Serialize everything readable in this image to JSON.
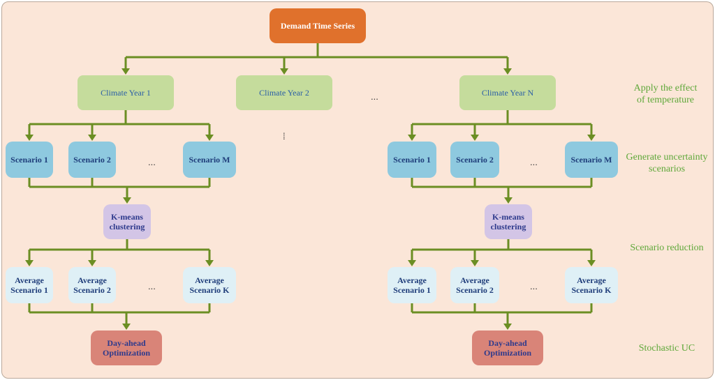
{
  "root": "Demand Time Series",
  "climate_years": [
    "Climate Year 1",
    "Climate Year 2",
    "Climate Year N"
  ],
  "ellipsis": "...",
  "vertical_dots": "⁞",
  "scenarios": [
    "Scenario 1",
    "Scenario 2",
    "Scenario M"
  ],
  "clustering": "K-means\nclustering",
  "average_scenarios": [
    "Average\nScenario 1",
    "Average\nScenario 2",
    "Average\nScenario K"
  ],
  "optimization": "Day-ahead\nOptimization",
  "stage_labels": {
    "temperature": "Apply the effect\nof temperature",
    "uncertainty": "Generate uncertainty\nscenarios",
    "reduction": "Scenario reduction",
    "stochastic": "Stochastic UC"
  },
  "colors": {
    "root": "#e0712c",
    "climate": "#c5dc9c",
    "scenario": "#8ec9df",
    "clustering": "#d3c5e6",
    "average": "#dff0f6",
    "optimization": "#d98478",
    "connector": "#6b8e23",
    "stage_text": "#5fa83a"
  }
}
